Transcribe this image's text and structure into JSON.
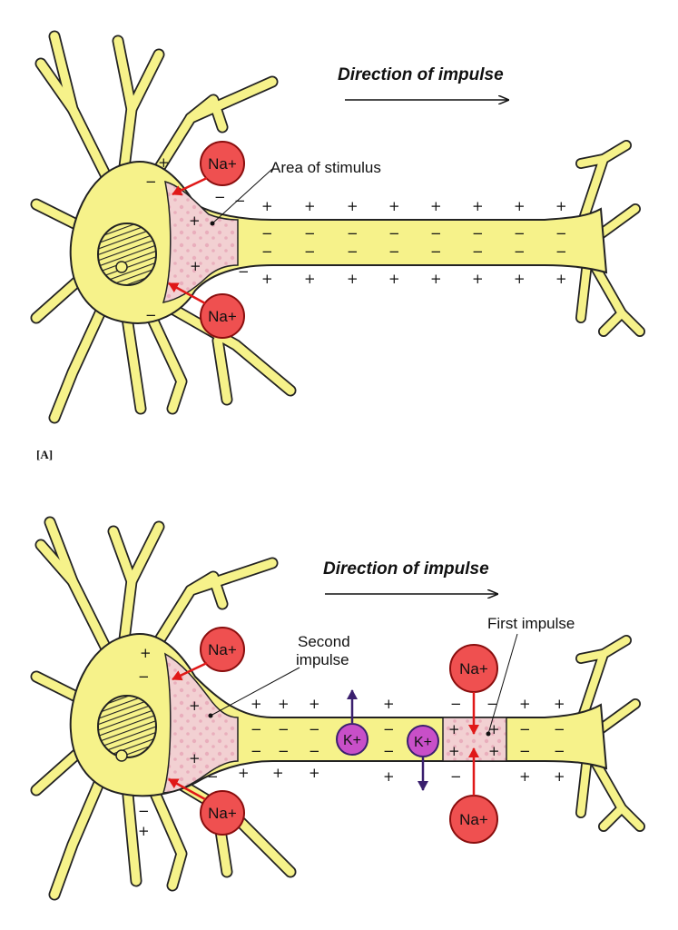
{
  "panel_a": {
    "direction_label": "Direction of impulse",
    "stimulus_label": "Area of stimulus",
    "sodium_ion_top": "Na+",
    "sodium_ion_bottom": "Na+",
    "panel_label": "[A]"
  },
  "panel_b": {
    "direction_label": "Direction of impulse",
    "second_impulse_label_line1": "Second",
    "second_impulse_label_line2": "impulse",
    "first_impulse_label": "First impulse",
    "sodium_ion_soma_top": "Na+",
    "sodium_ion_soma_bottom": "Na+",
    "sodium_ion_axon_top": "Na+",
    "sodium_ion_axon_bottom": "Na+",
    "potassium_ion_left": "K+",
    "potassium_ion_right": "K+"
  },
  "colors": {
    "neuron_fill": "#f6f28a",
    "outline": "#222222",
    "depolarized_zone": "#f2d0d2",
    "sodium_ion": "#ef5050",
    "potassium_ion": "#c84fc8",
    "sodium_arrow": "#e01818",
    "potassium_arrow": "#3a1f6e"
  }
}
